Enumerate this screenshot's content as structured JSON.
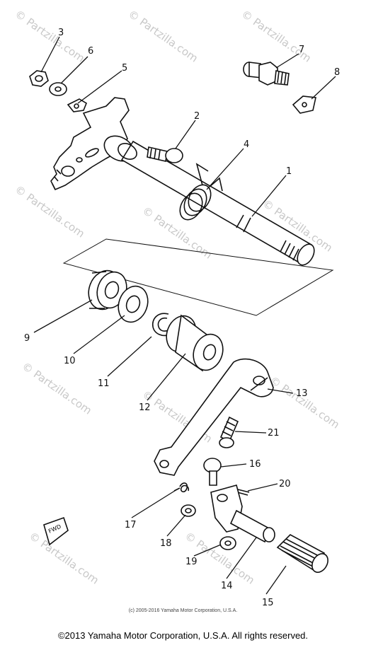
{
  "watermark": {
    "text": "© Partzilla.com",
    "color": "#c8c8c8"
  },
  "callouts": [
    "1",
    "2",
    "3",
    "4",
    "5",
    "6",
    "7",
    "8",
    "9",
    "10",
    "11",
    "12",
    "13",
    "14",
    "15",
    "16",
    "17",
    "18",
    "19",
    "20",
    "21"
  ],
  "fwd_label": "FWD",
  "inner_credit": "(c) 2005-2016 Yamaha Motor Corporation, U.S.A.",
  "copyright": "©2013 Yamaha Motor Corporation, U.S.A. All rights reserved."
}
